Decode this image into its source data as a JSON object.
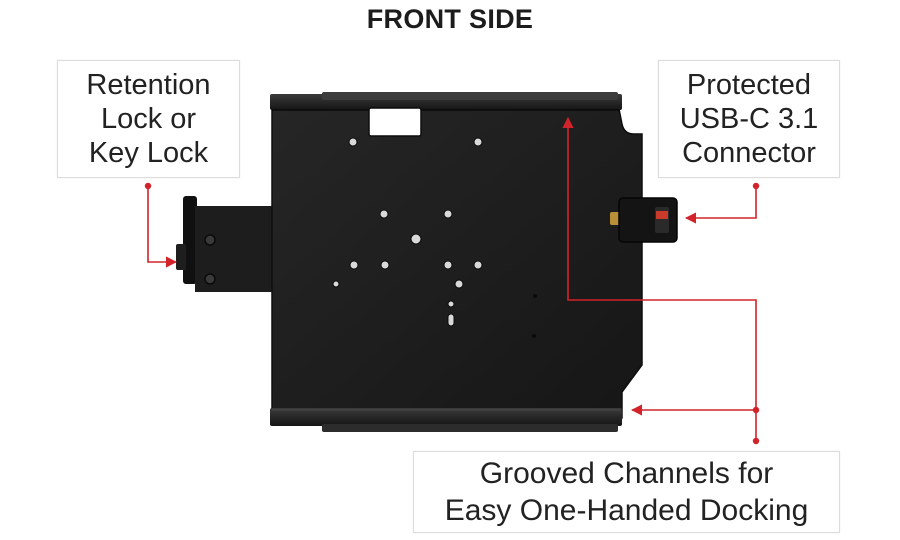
{
  "title": "FRONT SIDE",
  "callouts": {
    "retention": {
      "lines": [
        "Retention",
        "Lock or",
        "Key Lock"
      ]
    },
    "usb": {
      "lines": [
        "Protected",
        "USB-C 3.1",
        "Connector"
      ]
    },
    "grooves": {
      "lines": [
        "Grooved Channels for",
        "Easy One-Handed Docking"
      ]
    }
  },
  "colors": {
    "leader": "#d2232a",
    "cradle": "#1b1b1b",
    "cradle_edge": "#0e0e0e",
    "rail": "#2a2a2a",
    "label_accent": "#c93a2a"
  }
}
